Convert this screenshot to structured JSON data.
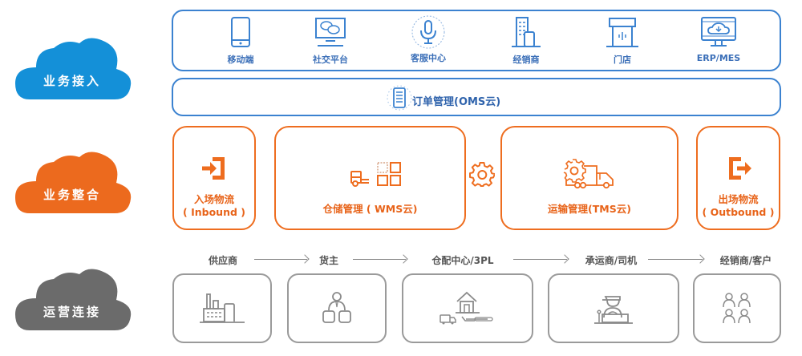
{
  "layers": [
    {
      "id": "access",
      "label": "业务接入",
      "color": "#1490d8"
    },
    {
      "id": "integration",
      "label": "业务整合",
      "color": "#ec6a1e"
    },
    {
      "id": "operation",
      "label": "运营连接",
      "color": "#6b6b6b"
    }
  ],
  "access": {
    "border_color": "#3b82d0",
    "channels": [
      {
        "label": "移动端",
        "icon": "mobile-icon"
      },
      {
        "label": "社交平台",
        "icon": "social-chat-icon"
      },
      {
        "label": "客服中心",
        "icon": "microphone-icon"
      },
      {
        "label": "经销商",
        "icon": "building-icon"
      },
      {
        "label": "门店",
        "icon": "store-icon"
      },
      {
        "label": "ERP/MES",
        "icon": "cloud-download-monitor-icon"
      }
    ],
    "oms": {
      "label": "订单管理(OMS云)",
      "icon": "order-document-icon"
    }
  },
  "integration": {
    "border_color": "#ee6d1f",
    "modules": [
      {
        "line1": "入场物流",
        "line2": "( Inbound )",
        "icon": "enter-icon"
      },
      {
        "line1": "仓储管理 ( WMS云)",
        "icon": "warehouse-forklift-icon"
      },
      {
        "line1": "运输管理(TMS云)",
        "icon": "truck-gear-icon"
      },
      {
        "line1": "出场物流",
        "line2": "( Outbound )",
        "icon": "exit-icon"
      }
    ],
    "connector_icon": "gear-icon"
  },
  "operation": {
    "chain": [
      {
        "label": "供应商",
        "icon": "factory-icon"
      },
      {
        "label": "货主",
        "icon": "owner-org-icon"
      },
      {
        "label": "仓配中心/3PL",
        "icon": "warehouse-delivery-icon"
      },
      {
        "label": "承运商/司机",
        "icon": "driver-icon"
      },
      {
        "label": "经销商/客户",
        "icon": "customers-icon"
      }
    ]
  }
}
